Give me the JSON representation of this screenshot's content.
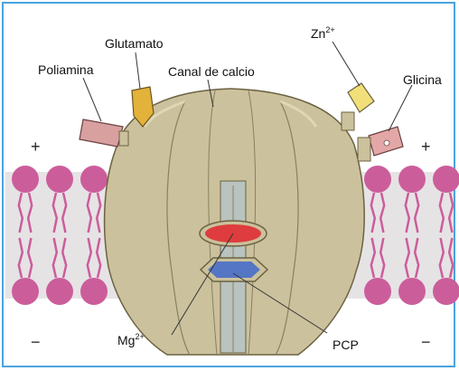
{
  "labels": {
    "glutamato": "Glutamato",
    "poliamina": "Poliamina",
    "canal": "Canal de calcio",
    "zn_base": "Zn",
    "zn_sup": "2+",
    "glicina": "Glicina",
    "mg_base": "Mg",
    "mg_sup": "2+",
    "pcp": "PCP"
  },
  "signs": {
    "plus_left": "+",
    "plus_right": "+",
    "minus_left": "−",
    "minus_right": "−"
  },
  "colors": {
    "membrane_head": "#cc5d9b",
    "membrane_tail": "#cc5d9b",
    "membrane_band": "#e6e3e5",
    "channel": "#cbc19d",
    "channel_outline": "#6b6240",
    "mg_block": "#de3c3e",
    "pcp_block": "#5576c4",
    "glutamato": "#e3b23a",
    "poliamina": "#d9a0a0",
    "zn": "#f1e07a",
    "glicina": "#e3a7a7"
  }
}
